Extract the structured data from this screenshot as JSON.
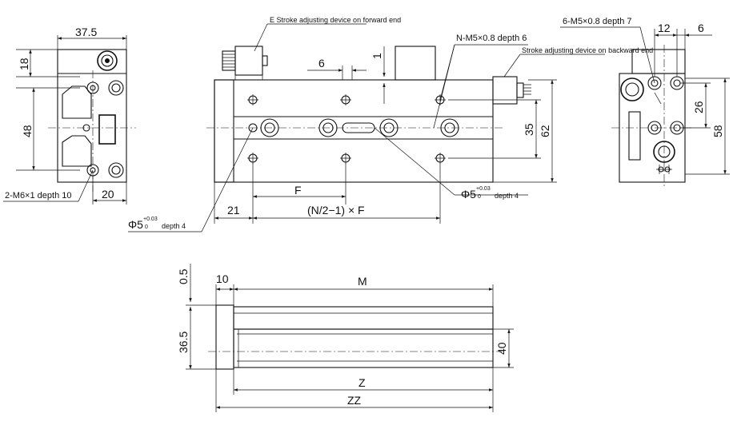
{
  "labels": {
    "d37_5": "37.5",
    "d18": "18",
    "d48": "48",
    "d20": "20",
    "m6": "2-M6×1 depth 10",
    "phi_left_main": "Φ5",
    "phi_left_sup_top": "+0.03",
    "phi_left_sup_bot": "0",
    "phi_left_tail": "depth 4",
    "stroke_forward": "E Stroke adjusting device on forward end",
    "stroke_backward": "Stroke adjusting device on backward end",
    "nm5": "N-M5×0.8 depth 6",
    "d6_top": "6",
    "d1": "1",
    "d35": "35",
    "d62": "62",
    "dF": "F",
    "d21": "21",
    "dN": "(N/2−1) × F",
    "phi_right_main": "Φ5",
    "phi_right_sup_top": "+0.03",
    "phi_right_sup_bot": "0",
    "phi_right_tail": "depth 4",
    "m5_right": "6-M5×0.8 depth 7",
    "d12": "12",
    "d6_right": "6",
    "d26": "26",
    "d58": "58",
    "d0_5": "0.5",
    "d10": "10",
    "dM": "M",
    "d36_5": "36.5",
    "d40": "40",
    "dZ": "Z",
    "dZZ": "ZZ"
  }
}
